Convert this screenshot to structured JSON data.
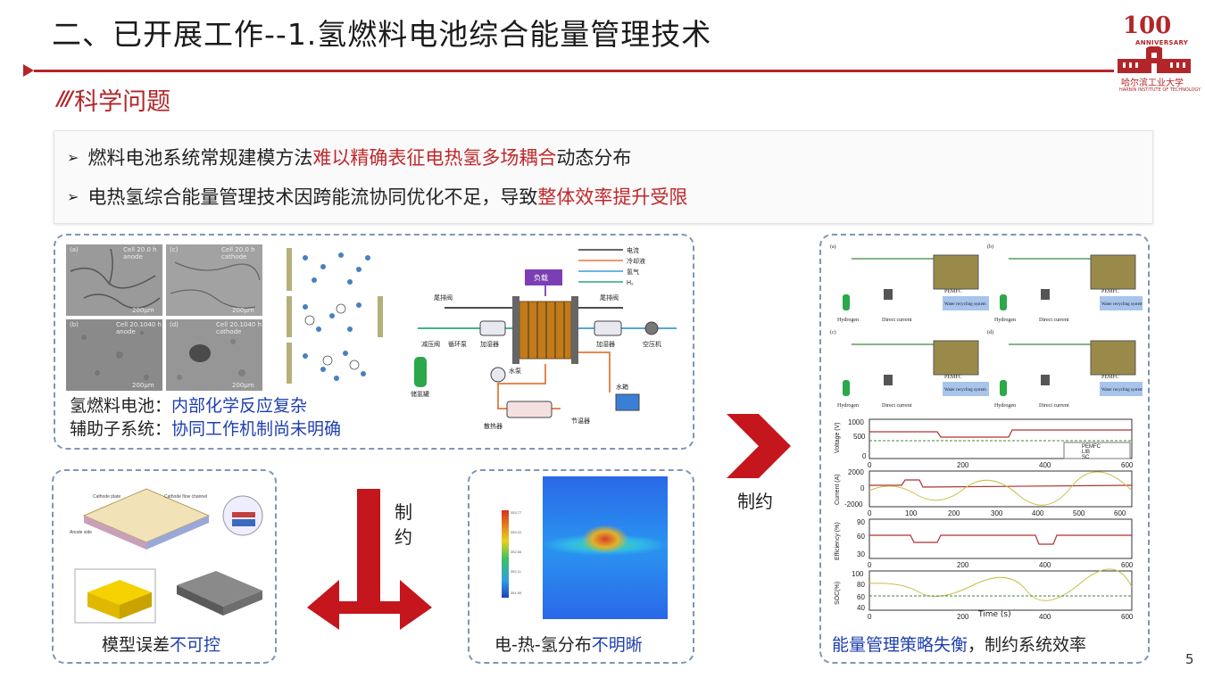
{
  "header": {
    "title": "二、已开展工作--1.氢燃料电池综合能量管理技术",
    "section_title": "科学问题",
    "section_icon": "slash-stripes-icon"
  },
  "logo": {
    "number": "100",
    "anniversary": "ANNIVERSARY",
    "cn_name": "哈尔滨工业大学"
  },
  "problems": [
    {
      "marker": "➢",
      "pre": "燃料电池系统常规建模方法",
      "highlight": "难以精确表征电热氢多场耦合",
      "post": "动态分布"
    },
    {
      "marker": "➢",
      "pre": "电热氢综合能量管理技术因跨能流协同优化不足，导致",
      "highlight": "整体效率提升受限",
      "post": ""
    }
  ],
  "panel_fuel_cell": {
    "line1_label": "氢燃料电池：",
    "line1_value": "内部化学反应复杂",
    "line2_label": "辅助子系统：",
    "line2_value": "协同工作机制尚未明确",
    "sem_labels": [
      {
        "id": "(a)",
        "text": "Cell 20.0 h\nanode"
      },
      {
        "id": "(c)",
        "text": "Cell 20.0 h\ncathode"
      },
      {
        "id": "(b)",
        "text": "Cell 20.1040 h\nanode"
      },
      {
        "id": "(d)",
        "text": "Cell 20.1040 h\ncathode"
      }
    ],
    "sem_scale": "200μm",
    "schematic": {
      "load": "负载",
      "legend": [
        "电流",
        "冷却液",
        "氢气",
        "H₂"
      ],
      "parts": [
        "尾排阀",
        "尾排阀",
        "减压阀",
        "循环泵",
        "加湿器",
        "加湿器",
        "空压机",
        "储氢罐",
        "水泵",
        "水箱",
        "散热器",
        "节温器"
      ],
      "tail_valve_left": "尾排阀",
      "tail_valve_right": "尾排阀"
    }
  },
  "panel_model": {
    "caption_pre": "模型误差",
    "caption_highlight": "不可控"
  },
  "panel_distribution": {
    "caption_pre": "电-热-氢分布",
    "caption_highlight": "不明晰"
  },
  "panel_energy": {
    "caption_highlight": "能量管理策略失衡",
    "caption_post": "，制约系统效率",
    "diagram_labels": [
      "(a)",
      "(b)",
      "(c)",
      "(d)"
    ],
    "pemfc": "PEMFC",
    "hydrogen": "Hydrogen",
    "direct_current": "Direct current",
    "water_system": "Water recycling system",
    "plot_ylabels": [
      "Voltage (V)",
      "Current (A)",
      "Efficiency (%)",
      "SOC(%)"
    ],
    "plot_xlabel": "Time (s)",
    "plot_legend": [
      "PEMFC",
      "LIB",
      "SC"
    ],
    "x_ticks": [
      "0",
      "200",
      "400",
      "600"
    ],
    "x_ticks_dense": [
      "0",
      "100",
      "200",
      "300",
      "400",
      "500",
      "600"
    ],
    "y_ticks": [
      [
        "1000",
        "500",
        "0"
      ],
      [
        "2000",
        "0",
        "-2000"
      ],
      [
        "90",
        "60",
        "30"
      ],
      [
        "100",
        "80",
        "60",
        "40"
      ]
    ]
  },
  "arrows": {
    "right": "制约",
    "down_top": "制",
    "down_bottom": "约"
  },
  "page_number": "5",
  "colors": {
    "accent_red": "#b2262a",
    "highlight_red": "#c0282c",
    "highlight_blue": "#1f3fb0",
    "panel_border": "#7f96b3",
    "arrow_red": "#c4161c"
  }
}
